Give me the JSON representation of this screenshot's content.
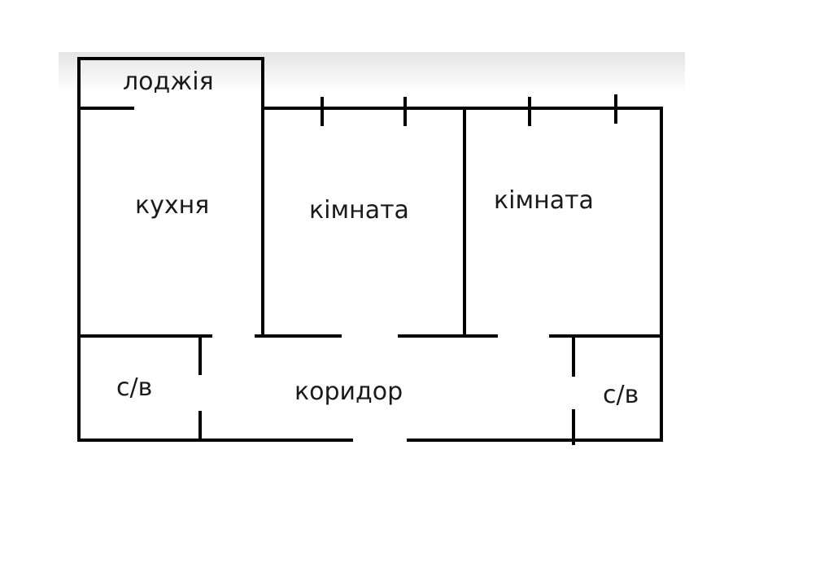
{
  "plan": {
    "colors": {
      "wall": "#000000",
      "text": "#1a1a1a",
      "background": "#ffffff",
      "header_band": "#eeeeee"
    },
    "rooms": {
      "loggia": "лоджія",
      "kitchen": "кухня",
      "room_1": "кімната",
      "room_2": "кімната",
      "bathroom_left": "с/в",
      "corridor": "коридор",
      "bathroom_right": "с/в"
    }
  }
}
